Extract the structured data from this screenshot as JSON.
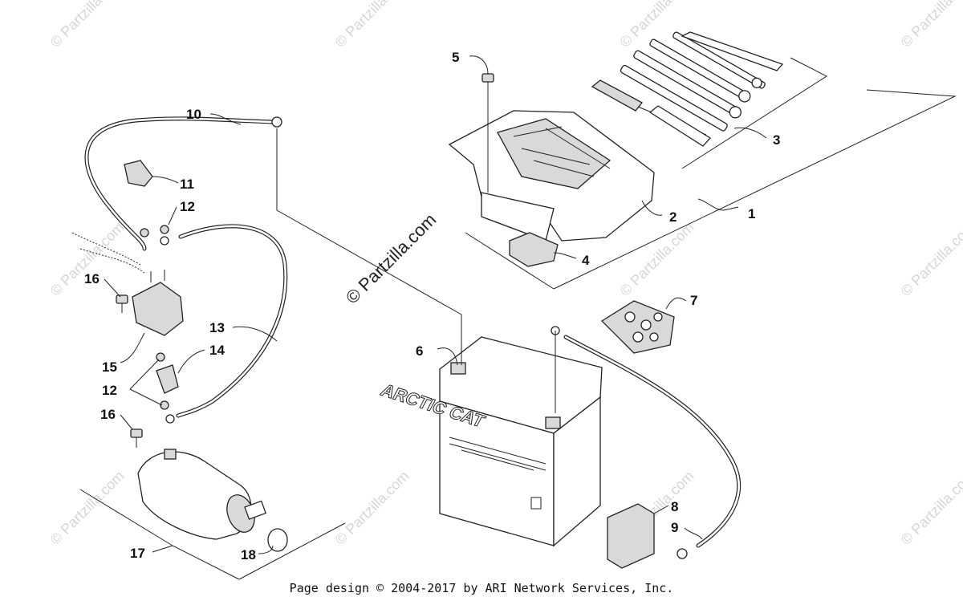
{
  "diagram": {
    "callouts": [
      {
        "id": "c1",
        "label": "1"
      },
      {
        "id": "c2",
        "label": "2"
      },
      {
        "id": "c3",
        "label": "3"
      },
      {
        "id": "c4",
        "label": "4"
      },
      {
        "id": "c5",
        "label": "5"
      },
      {
        "id": "c6",
        "label": "6"
      },
      {
        "id": "c7",
        "label": "7"
      },
      {
        "id": "c8",
        "label": "8"
      },
      {
        "id": "c9",
        "label": "9"
      },
      {
        "id": "c10",
        "label": "10"
      },
      {
        "id": "c11",
        "label": "11"
      },
      {
        "id": "c12a",
        "label": "12"
      },
      {
        "id": "c12b",
        "label": "12"
      },
      {
        "id": "c13",
        "label": "13"
      },
      {
        "id": "c14",
        "label": "14"
      },
      {
        "id": "c15",
        "label": "15"
      },
      {
        "id": "c16a",
        "label": "16"
      },
      {
        "id": "c16b",
        "label": "16"
      },
      {
        "id": "c17",
        "label": "17"
      },
      {
        "id": "c18",
        "label": "18"
      }
    ],
    "battery_brand": "ARCTIC CAT",
    "watermark_main": "© Partzilla.com",
    "watermark_repeat": "© Partzilla.com"
  },
  "footer": {
    "text": "Page design © 2004-2017 by ARI Network Services, Inc."
  }
}
